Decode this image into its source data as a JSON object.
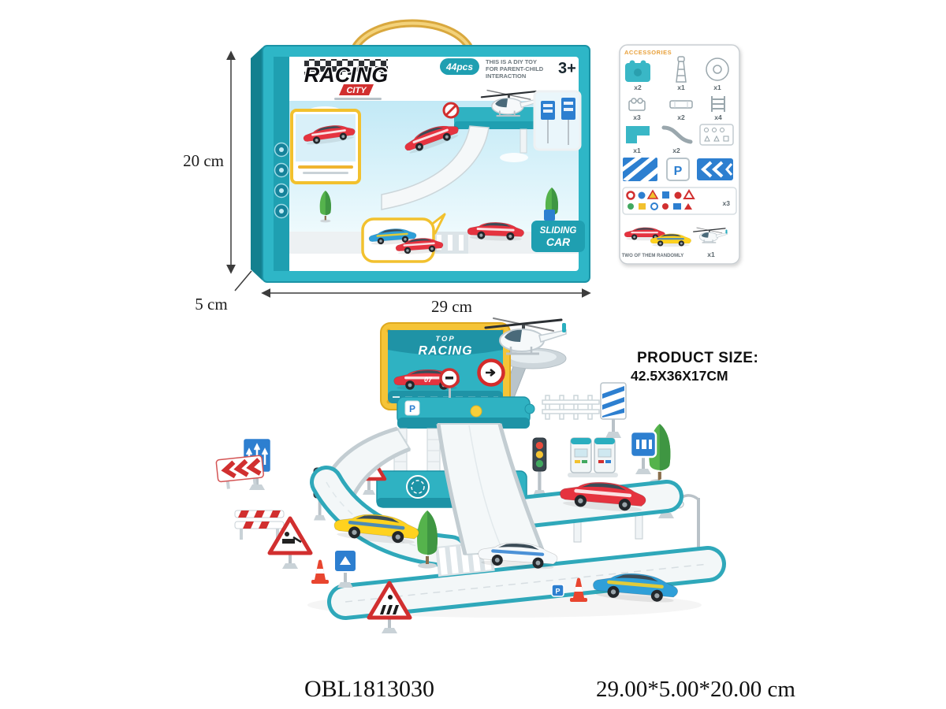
{
  "dimensions": {
    "height": "20 cm",
    "width": "29 cm",
    "depth": "5 cm"
  },
  "product_size": {
    "title": "PRODUCT SIZE:",
    "value": "42.5X36X17CM"
  },
  "footer": {
    "sku": "OBL1813030",
    "size_text": "29.00*5.00*20.00 cm"
  },
  "box": {
    "brand_line1": "RACING",
    "brand_line2": "CITY",
    "pieces": "44pcs",
    "age": "3+",
    "note_line1": "THIS IS A DIY TOY",
    "note_line2": "FOR PARENT-CHILD",
    "note_line3": "INTERACTION",
    "badge_line1": "SLIDING",
    "badge_line2": "CAR"
  },
  "billboard": {
    "top": "TOP",
    "bottom": "RACING",
    "car_number": "07"
  },
  "symbols": {
    "parking": "P"
  },
  "accessories": {
    "title": "ACCESSORIES",
    "random_note": "TWO OF THEM RANDOMLY",
    "items": [
      {
        "name": "base-plate",
        "qty": "x2"
      },
      {
        "name": "tower",
        "qty": "x1"
      },
      {
        "name": "helipad-disc",
        "qty": "x1"
      },
      {
        "name": "connector-block",
        "qty": "x3"
      },
      {
        "name": "flat-plate",
        "qty": "x2"
      },
      {
        "name": "ladder",
        "qty": "x4"
      },
      {
        "name": "corner-piece",
        "qty": "x1"
      },
      {
        "name": "slide-ramp",
        "qty": "x2"
      },
      {
        "name": "sticker-sheet",
        "qty": "x3"
      },
      {
        "name": "helicopter",
        "qty": "x1"
      }
    ]
  }
}
